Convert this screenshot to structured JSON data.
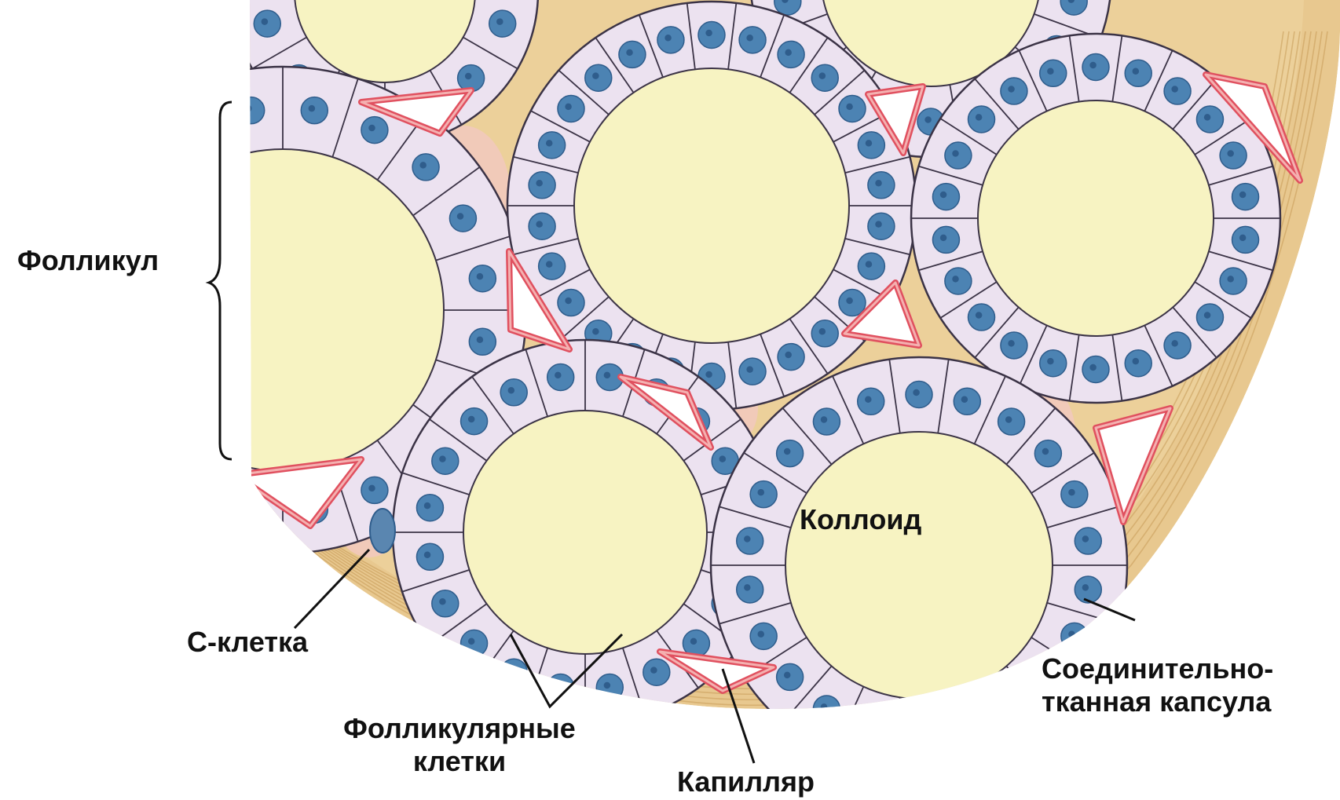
{
  "colors": {
    "capsule": "#e8c88f",
    "capsule_line": "#c79a57",
    "stroma": "#ecd09a",
    "stroma_line": "#c99b55",
    "pink_tissue": "#f3c8c0",
    "cell_fill": "#ece2f0",
    "cell_border": "#3b3346",
    "nucleus": "#4c83b3",
    "nucleus_dark": "#2f5d8c",
    "colloid": "#f7f3c2",
    "capillary_wall": "#e0505f",
    "capillary_lumen": "#ffffff",
    "c_cell": "#5a86b0",
    "label_text": "#111111",
    "leader_line": "#111111"
  },
  "labels": {
    "follicle": "Фолликул",
    "colloid": "Коллоид",
    "c_cell": "С-клетка",
    "follicular_cells_line1": "Фолликулярные",
    "follicular_cells_line2": "клетки",
    "capillary": "Капилляр",
    "capsule_line1": "Соединительно-",
    "capsule_line2": "тканная капсула"
  },
  "icons": {
    "brace": "curly-brace",
    "leader": "pointer-line"
  }
}
